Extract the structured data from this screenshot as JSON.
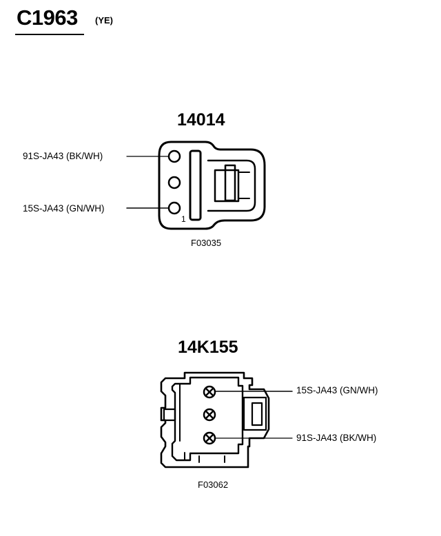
{
  "header": {
    "connector_id": "C1963",
    "color_code": "(YE)"
  },
  "connectors": [
    {
      "part_number": "14014",
      "figure_code": "F03035",
      "pin_one_marker": "1",
      "wires": [
        {
          "circuit": "91S-JA43 (BK/WH)"
        },
        {
          "circuit": "15S-JA43 (GN/WH)"
        }
      ]
    },
    {
      "part_number": "14K155",
      "figure_code": "F03062",
      "wires": [
        {
          "circuit": "15S-JA43 (GN/WH)"
        },
        {
          "circuit": "91S-JA43 (BK/WH)"
        }
      ]
    }
  ]
}
